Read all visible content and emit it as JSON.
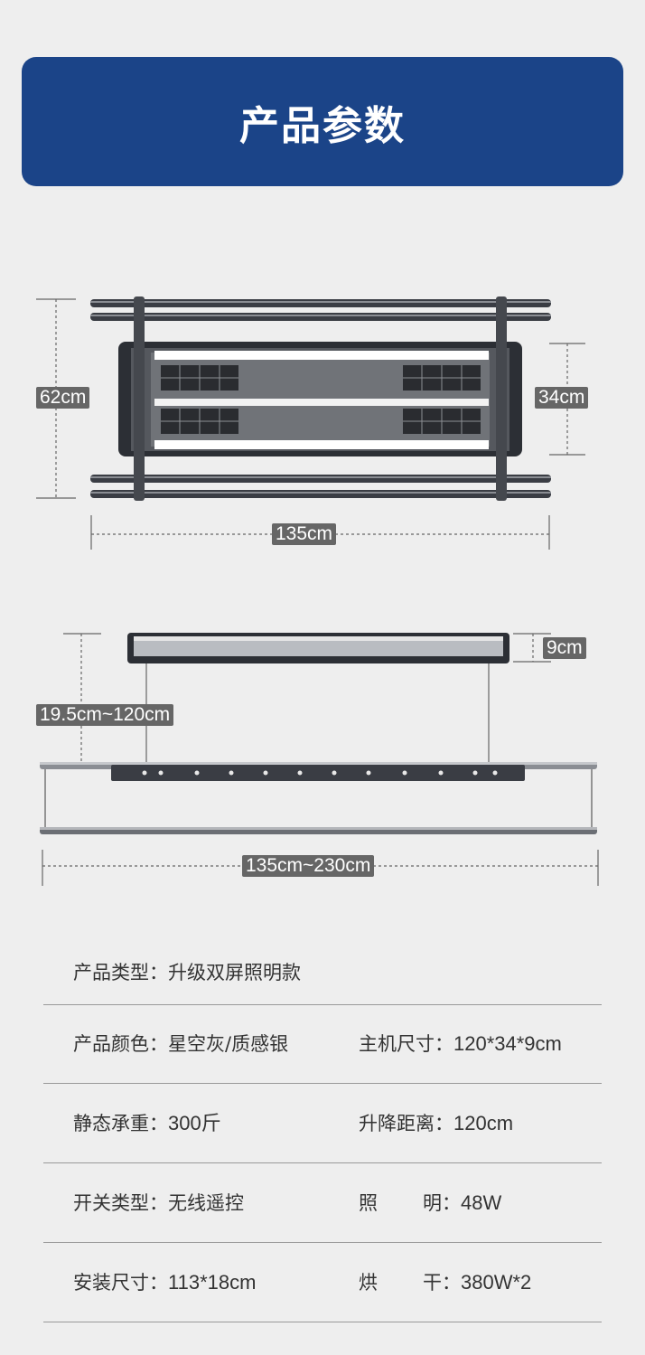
{
  "header": {
    "title": "产品参数"
  },
  "top_diagram": {
    "height_label": "62cm",
    "depth_label": "34cm",
    "width_label": "135cm"
  },
  "side_diagram": {
    "thickness_label": "9cm",
    "lift_label": "19.5cm~120cm",
    "extend_label": "135cm~230cm"
  },
  "specs": {
    "type": {
      "label": "产品类型：",
      "value": "升级双屏照明款"
    },
    "color": {
      "label": "产品颜色：",
      "value": "星空灰/质感银"
    },
    "host_size": {
      "label": "主机尺寸：",
      "value": "120*34*9cm"
    },
    "static_load": {
      "label": "静态承重：",
      "value": "300斤"
    },
    "lift_range": {
      "label": "升降距离：",
      "value": "120cm"
    },
    "switch_type": {
      "label": "开关类型：",
      "value": "无线遥控"
    },
    "lighting": {
      "label_a": "照",
      "label_b": "明：",
      "value": "48W"
    },
    "install_size": {
      "label": "安装尺寸：",
      "value": "113*18cm"
    },
    "drying": {
      "label_a": "烘",
      "label_b": "干：",
      "value": "380W*2"
    }
  }
}
